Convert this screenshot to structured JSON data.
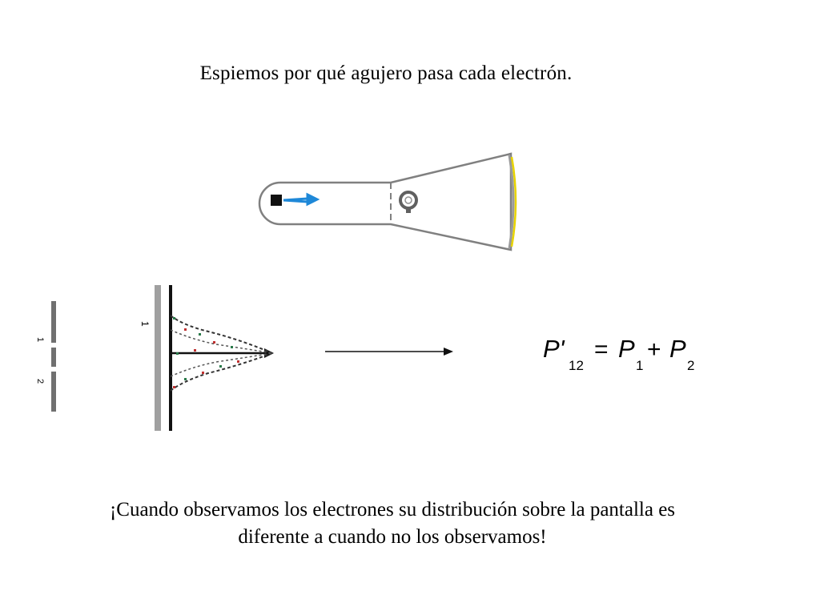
{
  "title": "Espiemos por qué agujero pasa cada electrón.",
  "caption": {
    "line1": "¡Cuando observamos los electrones su distribución sobre la pantalla es",
    "line2": "diferente a cuando no los observamos!"
  },
  "slit_labels": {
    "slit1": "1",
    "slit2": "2",
    "screen_label": "1"
  },
  "formula": {
    "p_prime": "P'",
    "sub_12": "12",
    "equals": "=",
    "p1": "P",
    "sub_1": "1",
    "plus": "+",
    "p2": "P",
    "sub_2": "2"
  },
  "colors": {
    "beam_arrow": "#1e88d8",
    "screen_edge": "#e8d400",
    "apparatus_outline": "#808080",
    "light_source": "#606060"
  }
}
